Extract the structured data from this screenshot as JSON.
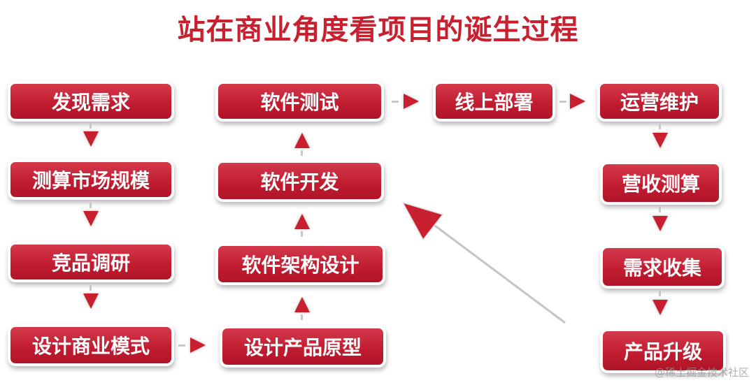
{
  "title": "站在商业角度看项目的诞生过程",
  "steps": {
    "discover_needs": "发现需求",
    "market_sizing": "测算市场规模",
    "competitor_research": "竞品调研",
    "business_model": "设计商业模式",
    "prototype": "设计产品原型",
    "architecture": "软件架构设计",
    "development": "软件开发",
    "testing": "软件测试",
    "deployment": "线上部署",
    "operations": "运营维护",
    "revenue_estimate": "营收测算",
    "needs_collection": "需求收集",
    "product_upgrade": "产品升级"
  },
  "watermark": "@稀土掘金技术社区",
  "colors": {
    "accent": "#c8202f",
    "box_text": "#ffffff"
  }
}
